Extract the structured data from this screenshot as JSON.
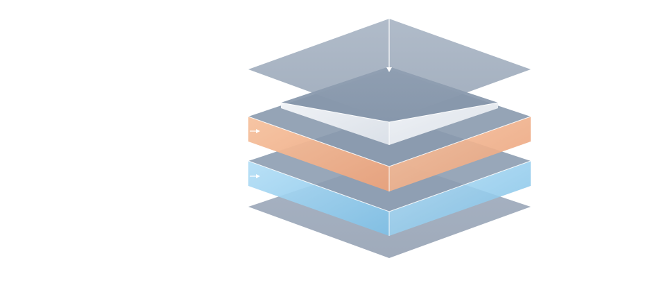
{
  "diagram": {
    "colors": {
      "background": "#ffffff",
      "plane": "#8f9fb3",
      "plane_dark": "#7f91a7",
      "slab_white_top": "#e6eaf0",
      "slab_white_side": "#f4f6f8",
      "slab_orange": "#f3b58e",
      "slab_orange_side": "#e7a07a",
      "slab_blue": "#9fd3f2",
      "slab_blue_side": "#83c3e8",
      "edge": "#ffffff",
      "arrow": "#ffffff"
    },
    "layers": [
      {
        "id": "top-plane",
        "kind": "plane"
      },
      {
        "id": "white-layer",
        "kind": "slab"
      },
      {
        "id": "orange-layer",
        "kind": "slab"
      },
      {
        "id": "blue-layer",
        "kind": "slab"
      },
      {
        "id": "bottom-plane",
        "kind": "plane"
      }
    ],
    "arrows": [
      {
        "id": "down-arrow",
        "direction": "down"
      },
      {
        "id": "orange-side-arrow",
        "direction": "right"
      },
      {
        "id": "blue-side-arrow",
        "direction": "right"
      }
    ]
  }
}
